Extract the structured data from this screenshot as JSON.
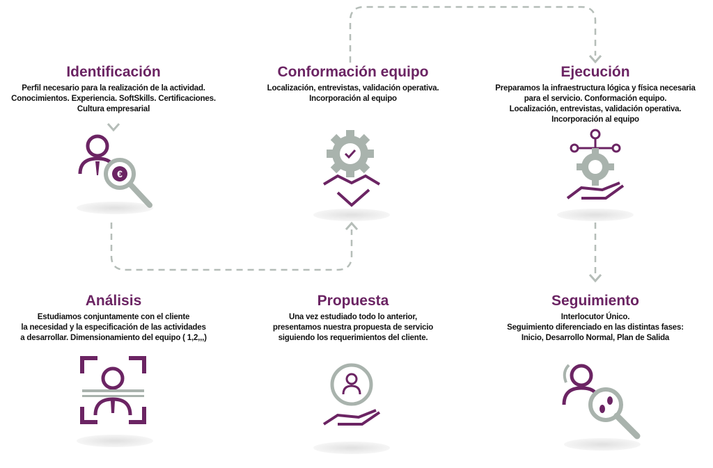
{
  "colors": {
    "accent": "#6b2463",
    "secondary": "#a9b3ad"
  },
  "steps": [
    {
      "title": "Identificación",
      "desc": "Perfil necesario para la realización de la actividad.\nConocimientos. Experiencia. SoftSkills. Certificaciones.\nCultura empresarial",
      "icon": "person-euro-search-icon"
    },
    {
      "title": "Conformación equipo",
      "desc": "Localización, entrevistas, validación operativa.\nIncorporación al equipo",
      "icon": "gear-handshake-icon"
    },
    {
      "title": "Ejecución",
      "desc": "Preparamos la infraestructura lógica y física necesaria\npara el servicio. Conformación equipo.\nLocalización, entrevistas, validación operativa.\nIncorporación al equipo",
      "icon": "hand-gear-network-icon"
    },
    {
      "title": "Análisis",
      "desc": "Estudiamos conjuntamente con el cliente\nla necesidad y la especificación de las actividades\na desarrollar. Dimensionamiento del equipo ( 1,2,,,)",
      "icon": "person-scan-icon"
    },
    {
      "title": "Propuesta",
      "desc": "Una vez estudiado todo lo anterior,\npresentamos nuestra propuesta de servicio\nsiguiendo los requerimientos del cliente.",
      "icon": "hand-gear-person-icon"
    },
    {
      "title": "Seguimiento",
      "desc": "Interlocutor Único.\nSeguimiento diferenciado en las distintas fases:\nInicio, Desarrollo Normal, Plan de Salida",
      "icon": "person-footprint-search-icon"
    }
  ]
}
